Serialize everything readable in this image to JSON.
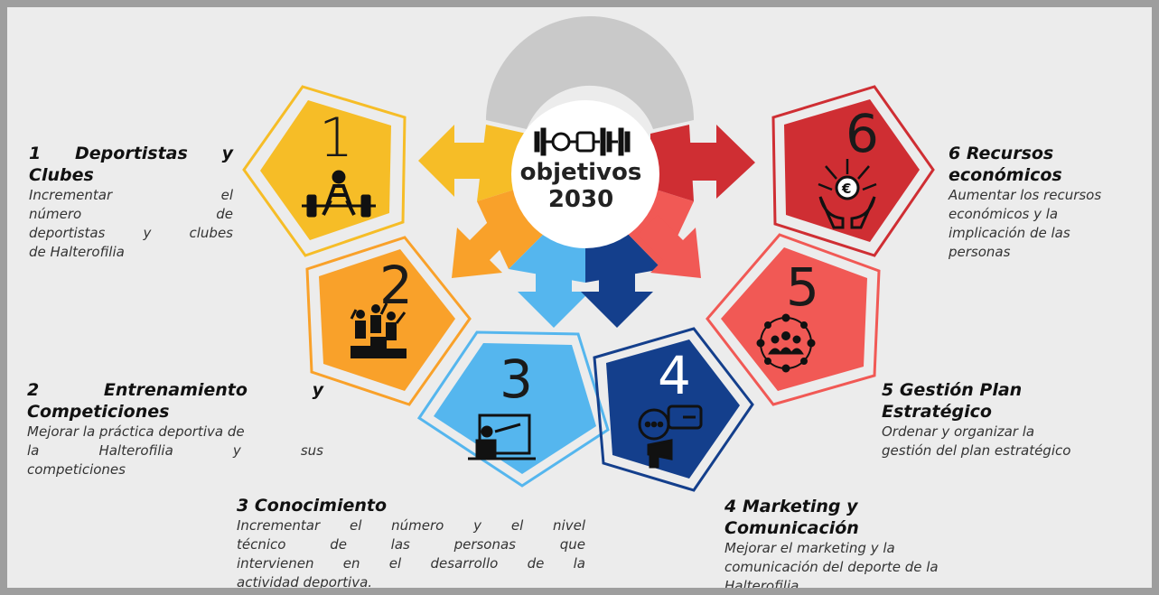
{
  "center": {
    "title": "objetivos",
    "year": "2030"
  },
  "colors": {
    "yellow": "#F6BD27",
    "orange": "#F9A12A",
    "light_blue": "#55B6EE",
    "navy": "#143F8C",
    "red_light": "#F15955",
    "red_dark": "#CF2E33",
    "ring_gray": "#C8C8C8"
  },
  "objectives": [
    {
      "number": "1",
      "title": "1 Deportistas y Clubes",
      "title_lines": [
        "1  Deportistas  y",
        "Clubes"
      ],
      "description_lines": [
        "Incrementar         el",
        "número             de",
        "deportistas  y  clubes",
        "de Halterofilia"
      ],
      "icon": "weightlifter-icon"
    },
    {
      "number": "2",
      "title_lines": [
        "2        Entrenamiento        y",
        "Competiciones"
      ],
      "description_lines": [
        "Mejorar la práctica deportiva de",
        "la       Halterofilia       y       sus",
        "competiciones"
      ],
      "icon": "podium-icon"
    },
    {
      "number": "3",
      "title_lines": [
        "3 Conocimiento"
      ],
      "description_lines": [
        "Incrementar el número y el nivel",
        "técnico de las personas que",
        "intervienen en el desarrollo de la",
        "actividad deportiva."
      ],
      "icon": "teacher-board-icon"
    },
    {
      "number": "4",
      "title_lines": [
        "4 Marketing y",
        "Comunicación"
      ],
      "description_lines": [
        "Mejorar el marketing y la",
        "comunicación del deporte de la",
        "Halterofilia"
      ],
      "icon": "chat-megaphone-icon"
    },
    {
      "number": "5",
      "title_lines": [
        "5 Gestión Plan",
        "Estratégico"
      ],
      "description_lines": [
        "Ordenar y organizar la",
        "gestión del plan estratégico"
      ],
      "icon": "people-network-icon"
    },
    {
      "number": "6",
      "title_lines": [
        "6 Recursos",
        "económicos"
      ],
      "description_lines": [
        "Aumentar los recursos",
        "económicos y la",
        "implicación de las",
        "personas"
      ],
      "icon": "euro-hands-icon"
    }
  ]
}
